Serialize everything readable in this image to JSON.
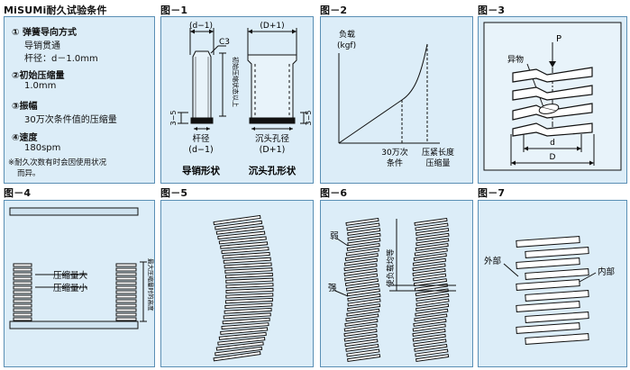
{
  "conditions": {
    "title": "MiSUMi耐久试验条件",
    "guide_heading": "① 弹簧导向方式",
    "guide_method": "导销贯通",
    "rod_diameter": "杆径：d－1.0mm",
    "initial_heading": "②初始压缩量",
    "initial_value": "1.0mm",
    "amplitude_heading": "③振幅",
    "amplitude_value": "30万次条件值的压缩量",
    "speed_heading": "④速度",
    "speed_value": "180spm",
    "note_line1": "※耐久次数有时会因使用状况",
    "note_line2": "而异。"
  },
  "fig1": {
    "title": "图－1",
    "dim_rod": "(d−1)",
    "dim_hole": "(D+1)",
    "chamfer": "C3",
    "height_note": "初始压缩状态以上",
    "gap": "3−5",
    "rod_label": "杆径",
    "rod_dim": "(d−1)",
    "hole_label": "沉头孔径",
    "hole_dim": "(D+1)",
    "caption_left": "导销形状",
    "caption_right": "沉头孔形状"
  },
  "fig2": {
    "title": "图－2",
    "ylabel_line1": "负载",
    "ylabel_line2": "(kgf)",
    "x_mark_line1": "30万次",
    "x_mark_line2": "条件",
    "xlabel_line1": "压紧长度",
    "xlabel_line2": "压缩量"
  },
  "fig3": {
    "title": "图－3",
    "force_label": "P",
    "foreign_label": "异物",
    "inner_label": "d",
    "outer_label": "D"
  },
  "fig4": {
    "title": "图－4",
    "label_large": "压缩量大",
    "label_small": "压缩量小",
    "height_note": "最大压缩量时的高度"
  },
  "fig5": {
    "title": "图－5"
  },
  "fig6": {
    "title": "图－6",
    "weak_label": "弱",
    "strong_label": "强",
    "even_note": "使负载均等"
  },
  "fig7": {
    "title": "图－7",
    "outer_label": "外部",
    "inner_label": "内部"
  },
  "colors": {
    "panel": "#dcedf8",
    "border": "#5a8fb5",
    "ink": "#111111"
  }
}
